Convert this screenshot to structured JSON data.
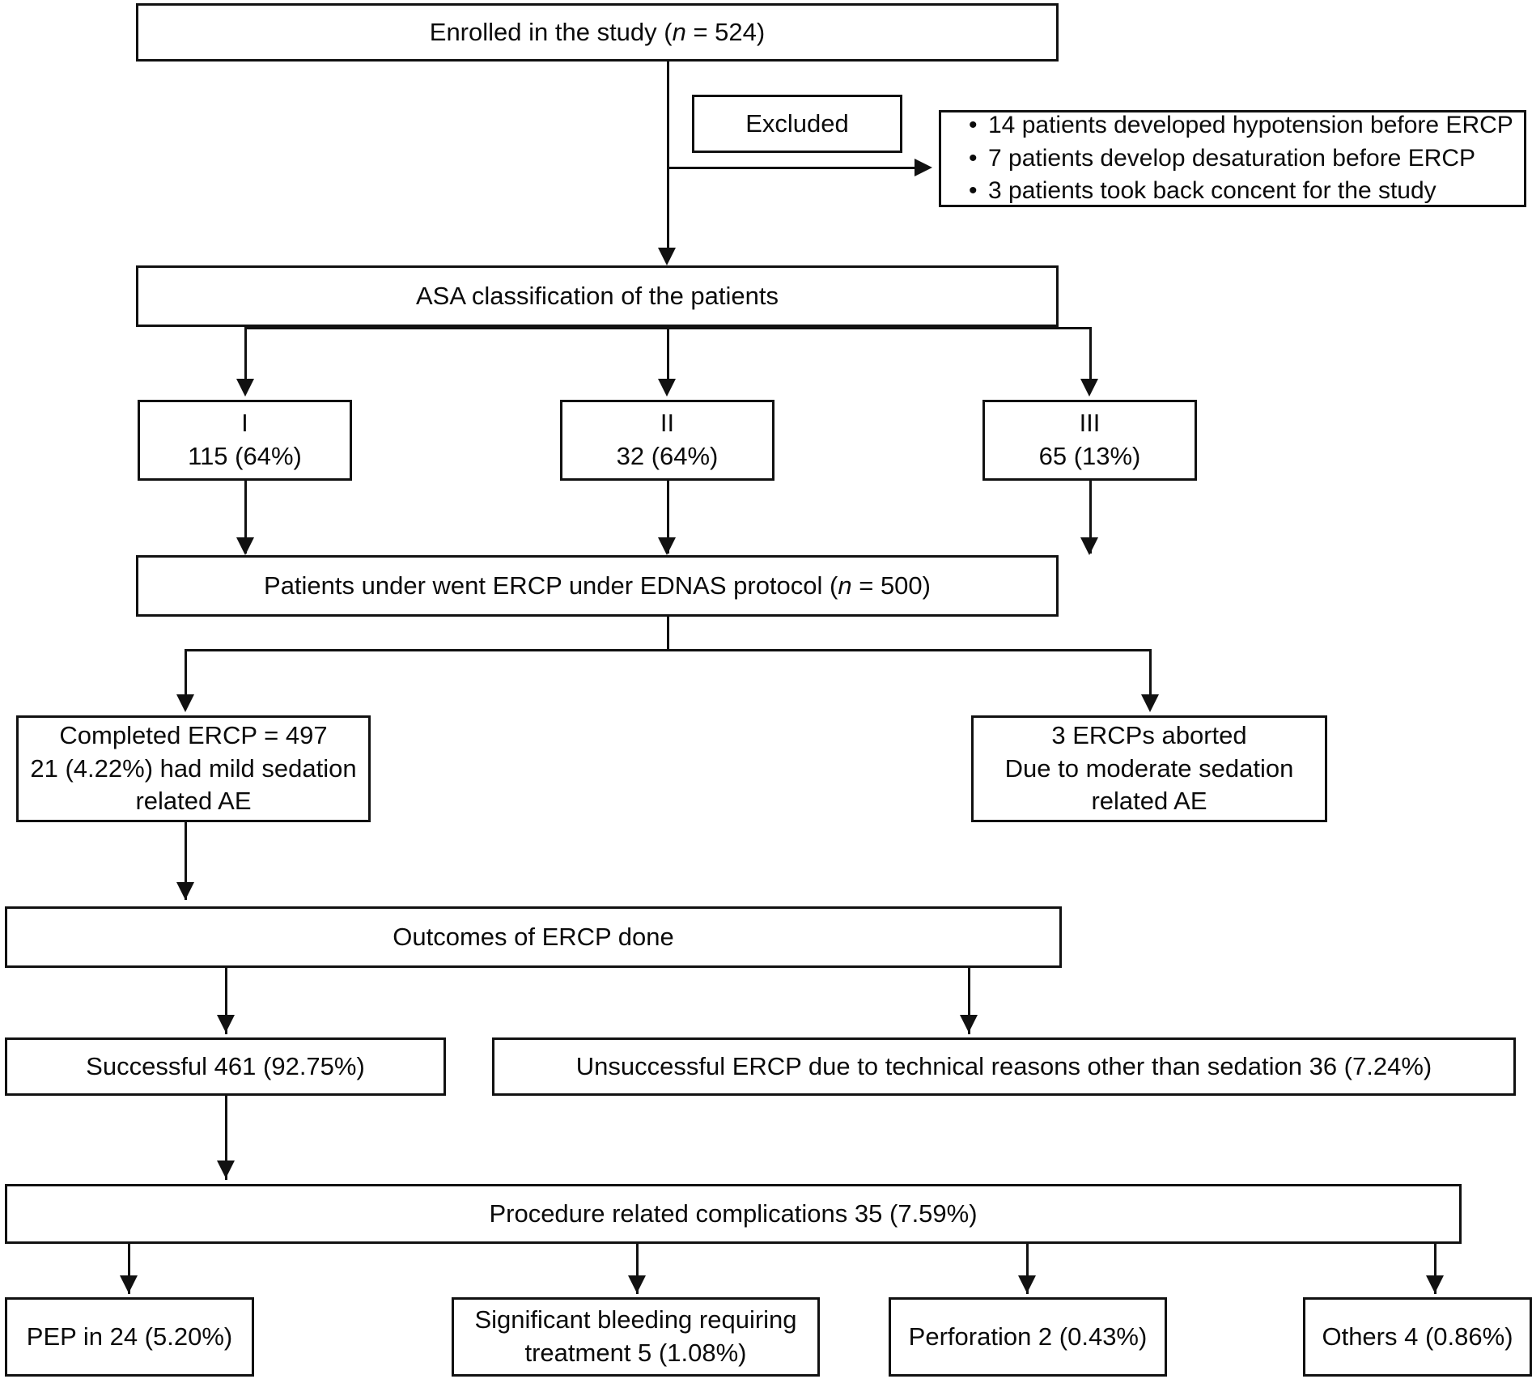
{
  "diagram": {
    "type": "flowchart",
    "title": "ERCP under EDNAS protocol study flow diagram",
    "nodes": {
      "enrolled": {
        "label": "Enrolled in the study (n = 524)",
        "label_prefix": "Enrolled in the study (",
        "label_italic": "n",
        "label_suffix": " = 524)"
      },
      "excluded": {
        "label": "Excluded"
      },
      "excluded_reasons": {
        "bullets": [
          "14 patients developed hypotension before ERCP",
          "7 patients develop desaturation before ERCP",
          "3 patients took back concent for the study"
        ]
      },
      "asa_classification": {
        "label": "ASA classification of the patients"
      },
      "asa_i": {
        "class_label": "I",
        "value": "115 (64%)"
      },
      "asa_ii": {
        "class_label": "II",
        "value": "32 (64%)"
      },
      "asa_iii": {
        "class_label": "III",
        "value": "65 (13%)"
      },
      "ercp_ednas": {
        "label_prefix": "Patients under went ERCP under EDNAS protocol (",
        "label_italic": "n",
        "label_suffix": " = 500)"
      },
      "completed_ercp": {
        "label": "Completed ERCP = 497\n21 (4.22%) had mild sedation\nrelated AE"
      },
      "aborted_ercp": {
        "label": "3 ERCPs aborted\nDue to moderate sedation\nrelated AE"
      },
      "outcomes": {
        "label": "Outcomes of ERCP done"
      },
      "successful": {
        "label": "Successful 461 (92.75%)"
      },
      "unsuccessful": {
        "label": "Unsuccessful ERCP due to technical reasons other than sedation 36 (7.24%)"
      },
      "complications": {
        "label": "Procedure related complications 35 (7.59%)"
      },
      "pep": {
        "label": "PEP in 24 (5.20%)"
      },
      "bleeding": {
        "label": "Significant bleeding requiring\ntreatment 5 (1.08%)"
      },
      "perforation": {
        "label": "Perforation 2 (0.43%)"
      },
      "others": {
        "label": "Others 4 (0.86%)"
      }
    },
    "colors": {
      "stroke": "#111111",
      "background": "#ffffff",
      "text": "#0b0b0b"
    }
  }
}
